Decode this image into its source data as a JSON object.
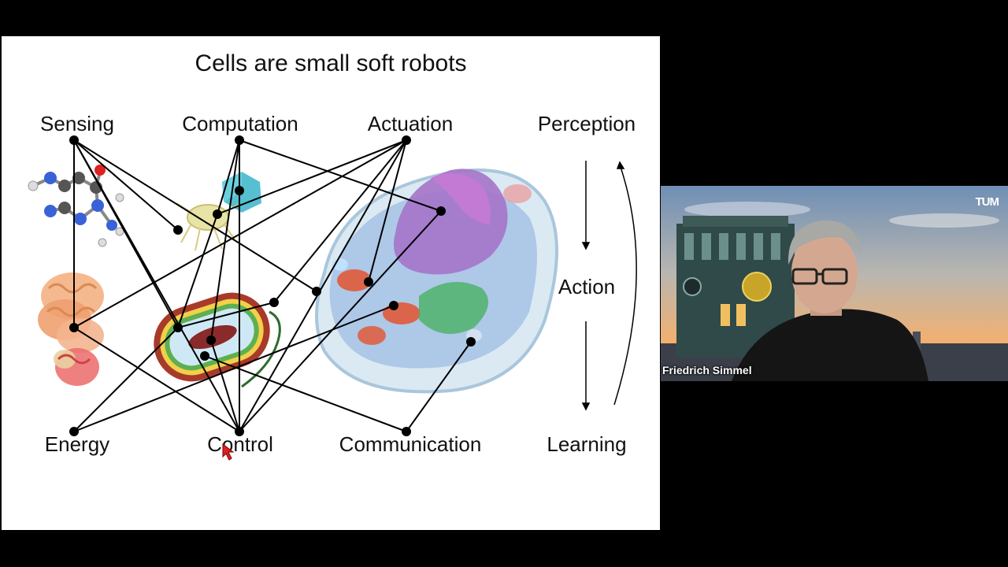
{
  "slide": {
    "title": "Cells are small soft robots",
    "concepts": {
      "sensing": "Sensing",
      "computation": "Computation",
      "actuation": "Actuation",
      "energy": "Energy",
      "control": "Control",
      "communication": "Communication"
    },
    "cycle": {
      "perception": "Perception",
      "action": "Action",
      "learning": "Learning"
    }
  },
  "video": {
    "speaker_name": "Friedrich Simmel",
    "logo_text": "TUM"
  },
  "colors": {
    "background": "#000000",
    "slide_background": "#ffffff",
    "text": "#111111",
    "edge": "#000000"
  }
}
